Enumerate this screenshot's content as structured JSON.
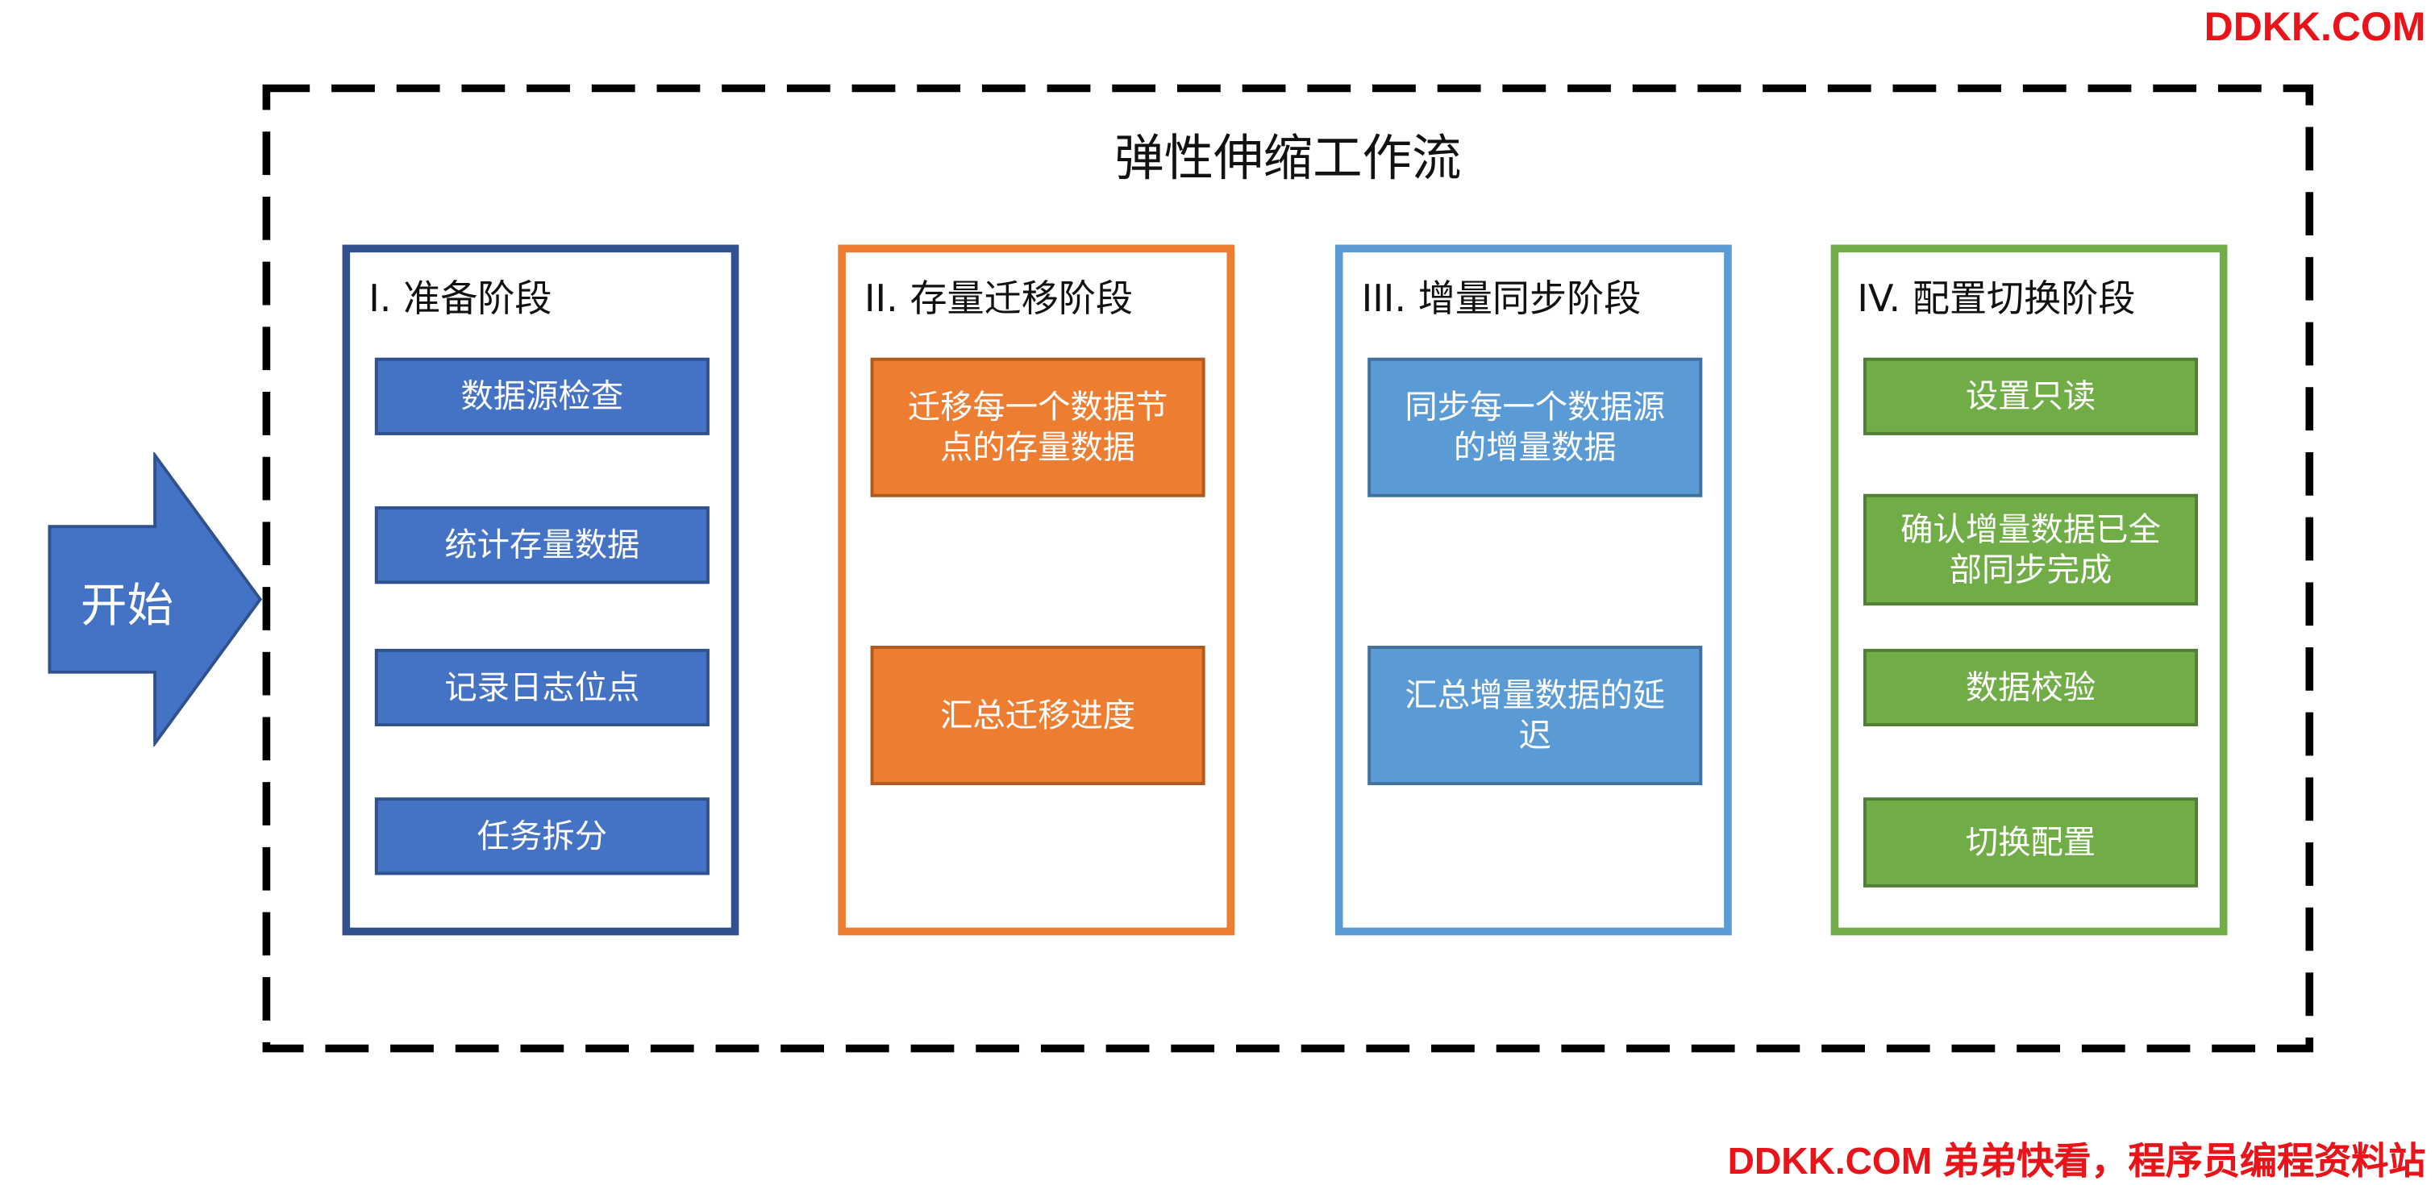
{
  "watermark": {
    "top": "DDKK.COM",
    "bottom": "DDKK.COM 弟弟快看，程序员编程资料站"
  },
  "diagram": {
    "title": "弹性伸缩工作流",
    "start_label": "开始",
    "colors": {
      "start_fill": "#4472c4",
      "start_stroke": "#2f528f",
      "frame": "#000000"
    },
    "stages": [
      {
        "title": "I. 准备阶段",
        "border": "#2f528f",
        "fill": "#4472c4",
        "step_border": "#2f528f",
        "steps": [
          "数据源检查",
          "统计存量数据",
          "记录日志位点",
          "任务拆分"
        ]
      },
      {
        "title": "II. 存量迁移阶段",
        "border": "#ed7d31",
        "fill": "#ed7d31",
        "step_border": "#ae5a21",
        "steps": [
          "迁移每一个数据节点的存量数据",
          "汇总迁移进度"
        ]
      },
      {
        "title": "III. 增量同步阶段",
        "border": "#5b9bd5",
        "fill": "#5b9bd5",
        "step_border": "#41719c",
        "steps": [
          "同步每一个数据源的增量数据",
          "汇总增量数据的延迟"
        ]
      },
      {
        "title": "IV. 配置切换阶段",
        "border": "#70ad47",
        "fill": "#70ad47",
        "step_border": "#507e32",
        "steps": [
          "设置只读",
          "确认增量数据已全部同步完成",
          "数据校验",
          "切换配置"
        ]
      }
    ]
  }
}
